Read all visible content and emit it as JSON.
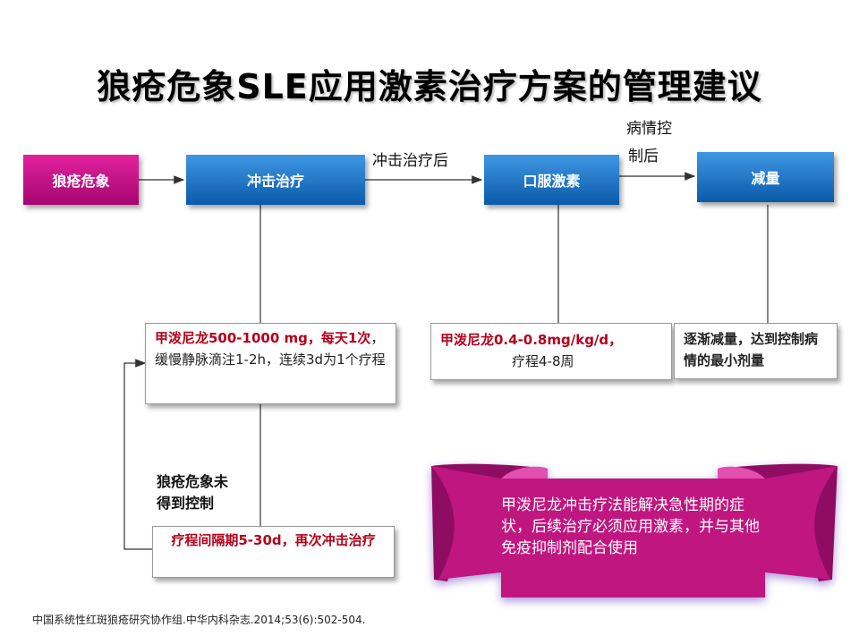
{
  "title": "狼疮危象SLE应用激素治疗方案的管理建议",
  "boxes": {
    "crisis": "狼疮危象",
    "pulse": "冲击治疗",
    "oral": "口服激素",
    "reduce": "减量"
  },
  "arrow_labels": {
    "after_pulse": "冲击治疗后",
    "after_control_line1": "病情控",
    "after_control_line2": "制后"
  },
  "notes": {
    "pulse": {
      "red": "甲泼尼龙500-1000 mg，每天1次",
      "rest": "，缓慢静脉滴注1-2h，连续3d为1个疗程"
    },
    "oral": {
      "red": "甲泼尼龙0.4-0.8mg/kg/d，",
      "rest": "疗程4-8周"
    },
    "reduce": "逐渐减量，达到控制病情的最小剂量",
    "repeat": "疗程间隔期5-30d，再次冲击治疗"
  },
  "uncontrolled_label_line1": "狼疮危象未",
  "uncontrolled_label_line2": "得到控制",
  "banner_text": "甲泼尼龙冲击疗法能解决急性期的症状，后续治疗必须应用激素，并与其他免疫抑制剂配合使用",
  "reference": "中国系统性红斑狼疮研究协作组.中华内科杂志.2014;53(6):502-504.",
  "colors": {
    "pink": "#c0137f",
    "blue": "#1a6fc4",
    "red_text": "#b3001b"
  }
}
